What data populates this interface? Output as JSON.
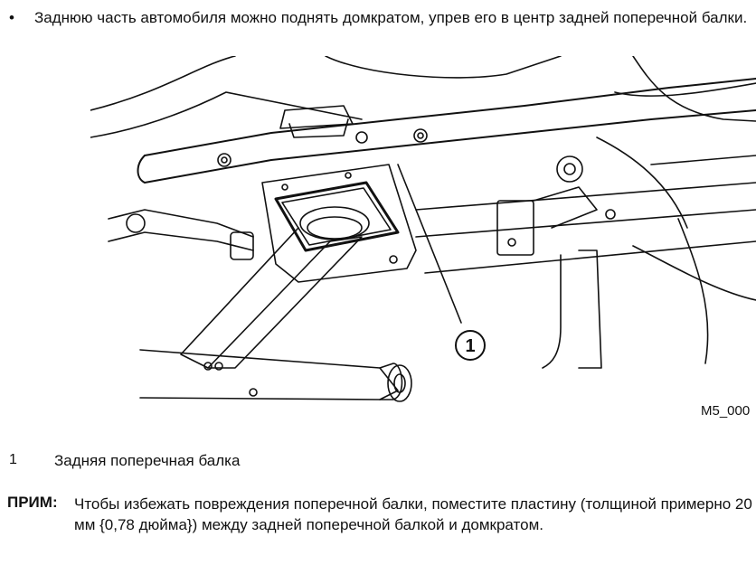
{
  "instruction": {
    "bullet": "•",
    "text": "Заднюю часть автомобиля можно поднять домкратом, упрев его в центр задней поперечной балки."
  },
  "figure": {
    "code": "M5_000",
    "callout": "1"
  },
  "legend": [
    {
      "number": "1",
      "label": "Задняя поперечная балка"
    }
  ],
  "note": {
    "label": "ПРИМ:",
    "text": "Чтобы избежать повреждения поперечной балки, поместите пластину (толщиной примерно 20 мм {0,78 дюйма}) между задней поперечной балкой и домкратом."
  }
}
